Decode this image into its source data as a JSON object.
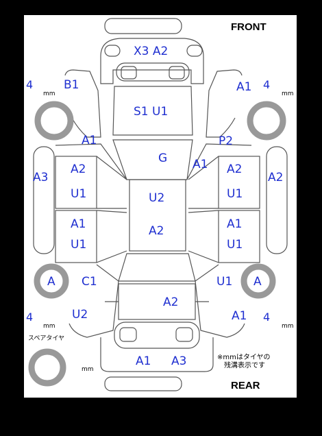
{
  "header": {
    "front_label": "FRONT",
    "rear_label": "REAR"
  },
  "tires": {
    "front_left_depth": "4",
    "front_right_depth": "4",
    "rear_left_depth": "4",
    "rear_right_depth": "4",
    "unit": "mm",
    "rear_left_mark": "A",
    "rear_right_mark": "A"
  },
  "spare": {
    "label": "スペアタイヤ",
    "unit": "mm"
  },
  "note": {
    "line1": "※mmはタイヤの",
    "line2": "残溝表示です"
  },
  "parts": {
    "front_bumper": "X3 A2",
    "hood": "S1 U1",
    "roof": "U2",
    "roof_rear": "A2",
    "windshield": "G",
    "trunk": "A2",
    "rear_bumper_left": "A1",
    "rear_bumper_right": "A3",
    "front_left_fender": "B1",
    "front_right_fender": "A1",
    "left_a_pillar": "A1",
    "right_a_pillar": "P2",
    "right_windshield_corner": "A1",
    "left_rocker": "A3",
    "right_rocker": "A2",
    "left_front_door_top": "A2",
    "left_front_door_bottom": "U1",
    "left_rear_door_top": "A1",
    "left_rear_door_bottom": "U1",
    "right_front_door_top": "A2",
    "right_front_door_bottom": "U1",
    "right_rear_door_top": "A1",
    "right_rear_door_bottom": "U1",
    "left_rear_pillar": "C1",
    "right_rear_pillar": "U1",
    "left_rear_quarter": "U2",
    "right_rear_quarter": "A1"
  },
  "colors": {
    "code_text": "#1f2fd0",
    "outline": "#555555",
    "tire": "#999999",
    "background": "#000000",
    "sheet": "#ffffff"
  }
}
